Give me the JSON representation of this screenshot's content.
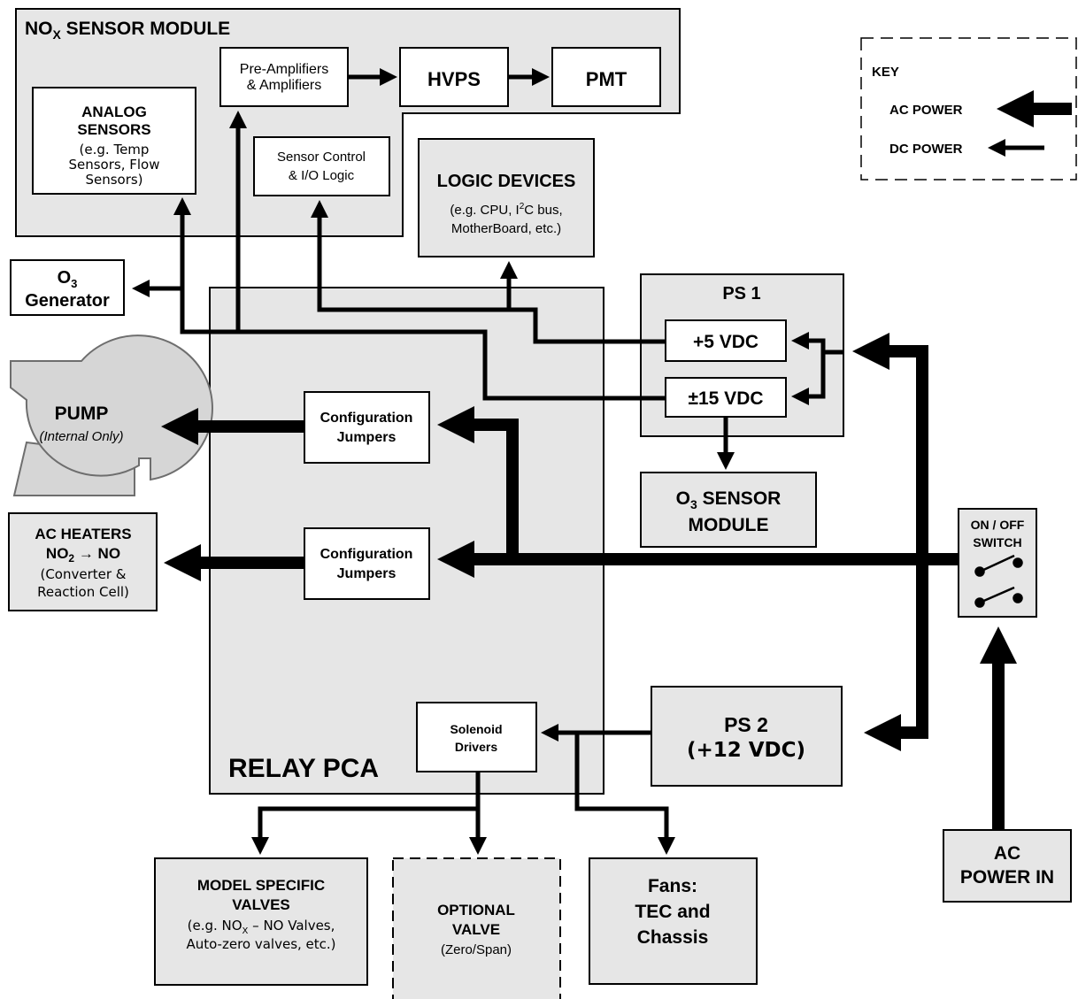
{
  "key": {
    "title": "KEY",
    "ac_label": "AC POWER",
    "dc_label": "DC POWER"
  },
  "nox_module": {
    "title_main": "NO",
    "title_sub": "X",
    "title_rest": " SENSOR MODULE",
    "analog_line1": "ANALOG",
    "analog_line2": "SENSORS",
    "analog_line3": "(e.g. Temp",
    "analog_line4": "Sensors, Flow",
    "analog_line5": "Sensors)",
    "preamp_line1": "Pre-Amplifiers",
    "preamp_line2": "& Amplifiers",
    "hvps": "HVPS",
    "pmt": "PMT",
    "sensor_ctrl_line1": "Sensor Control",
    "sensor_ctrl_line2": "& I/O Logic"
  },
  "logic": {
    "title": "LOGIC DEVICES",
    "line2_a": "(e.g. CPU, I",
    "line2_sup": "2",
    "line2_b": "C bus,",
    "line3": "MotherBoard, etc.)"
  },
  "o3_generator": {
    "o": "O",
    "sub": "3",
    "label": "Generator"
  },
  "ps1": {
    "title": "PS 1",
    "v5": "+5 VDC",
    "v15": "±15 VDC"
  },
  "o3_sensor": {
    "o": "O",
    "sub": "3",
    "rest": " SENSOR",
    "line2": "MODULE"
  },
  "pump": {
    "title": "PUMP",
    "note": "(Internal Only)"
  },
  "config1": {
    "line1": "Configuration",
    "line2": "Jumpers"
  },
  "config2": {
    "line1": "Configuration",
    "line2": "Jumpers"
  },
  "ac_heaters": {
    "line1": "AC HEATERS",
    "line2_no": "NO",
    "line2_sub": "2",
    "line2_rest": " → NO",
    "line3": "(Converter &",
    "line4": "Reaction Cell)"
  },
  "switch": {
    "line1": "ON / OFF",
    "line2": "SWITCH"
  },
  "relay": {
    "title": "RELAY PCA"
  },
  "solenoid": {
    "line1": "Solenoid",
    "line2": "Drivers"
  },
  "ps2": {
    "line1": "PS 2",
    "line2": "(+12 VDC)"
  },
  "ac_in": {
    "line1": "AC",
    "line2": "POWER IN"
  },
  "model_valves": {
    "line1": "MODEL SPECIFIC",
    "line2": "VALVES",
    "line3_a": "(e.g. NO",
    "line3_sub": "X",
    "line3_b": " – NO  Valves,",
    "line4": "Auto-zero valves, etc.)"
  },
  "optional_valve": {
    "line1": "OPTIONAL",
    "line2": "VALVE",
    "line3": "(Zero/Span)"
  },
  "fans": {
    "line1": "Fans:",
    "line2": "TEC and",
    "line3": "Chassis"
  },
  "colors": {
    "box_fill": "#e6e6e6",
    "line": "#000000"
  }
}
